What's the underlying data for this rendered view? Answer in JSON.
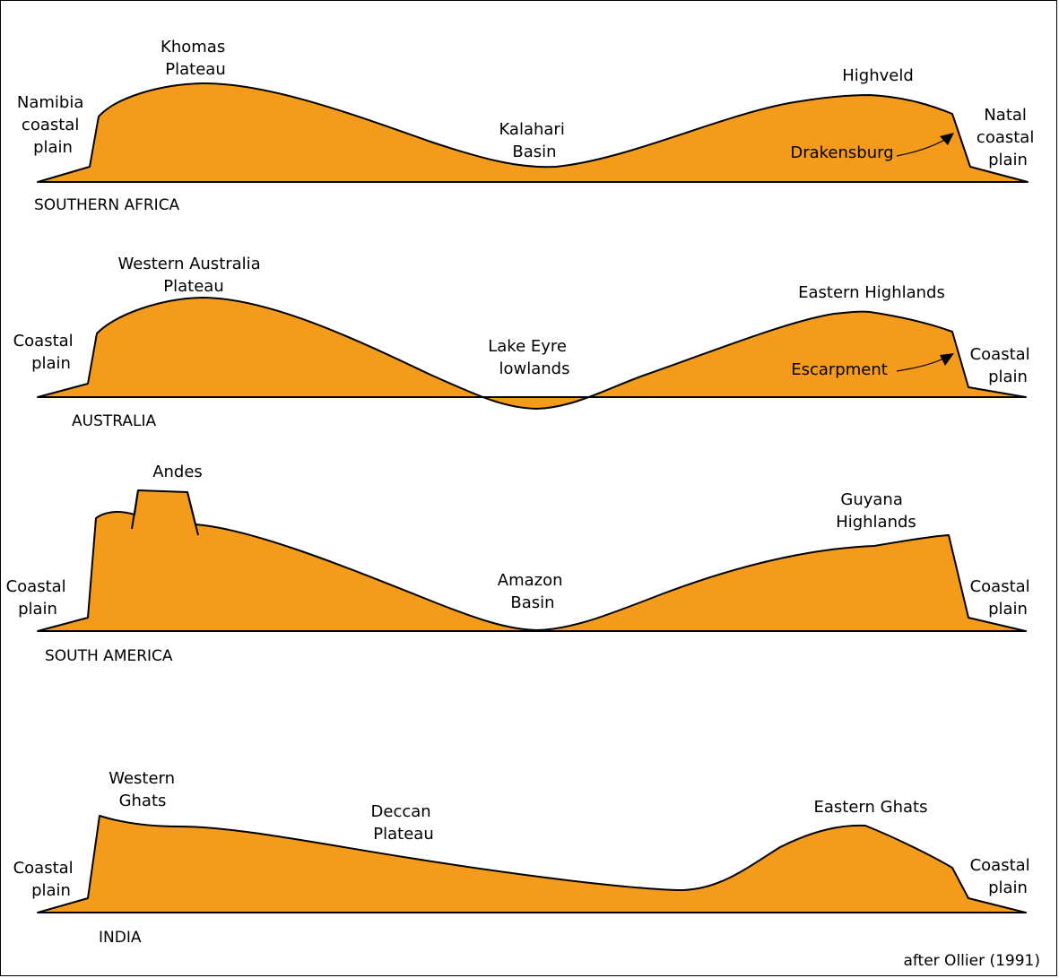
{
  "panels": {
    "southern_africa": {
      "title": "SOUTHERN AFRICA",
      "labels": {
        "namibia": [
          "Namibia",
          "coastal",
          "plain"
        ],
        "khomas": [
          "Khomas",
          "Plateau"
        ],
        "kalahari": [
          "Kalahari",
          "Basin"
        ],
        "highveld": [
          "Highveld"
        ],
        "drakensburg": [
          "Drakensburg"
        ],
        "natal": [
          "Natal",
          "coastal",
          "plain"
        ]
      }
    },
    "australia": {
      "title": "AUSTRALIA",
      "labels": {
        "coastal_west": [
          "Coastal",
          "plain"
        ],
        "wa_plateau": [
          "Western Australia",
          "Plateau"
        ],
        "lake_eyre": [
          "Lake Eyre",
          "lowlands"
        ],
        "eastern_highlands": [
          "Eastern Highlands"
        ],
        "escarpment": [
          "Escarpment"
        ],
        "coastal_east": [
          "Coastal",
          "plain"
        ]
      }
    },
    "south_america": {
      "title": "SOUTH AMERICA",
      "labels": {
        "coastal_west": [
          "Coastal",
          "plain"
        ],
        "andes": [
          "Andes"
        ],
        "amazon": [
          "Amazon",
          "Basin"
        ],
        "guyana": [
          "Guyana",
          "Highlands"
        ],
        "coastal_east": [
          "Coastal",
          "plain"
        ]
      }
    },
    "india": {
      "title": "INDIA",
      "labels": {
        "coastal_west": [
          "Coastal",
          "plain"
        ],
        "western_ghats": [
          "Western",
          "Ghats"
        ],
        "deccan": [
          "Deccan",
          "Plateau"
        ],
        "eastern_ghats": [
          "Eastern Ghats"
        ],
        "coastal_east": [
          "Coastal",
          "plain"
        ]
      }
    }
  },
  "credit": "after Ollier (1991)",
  "colors": {
    "land_fill": "#f59b1b",
    "outline": "#000000"
  }
}
